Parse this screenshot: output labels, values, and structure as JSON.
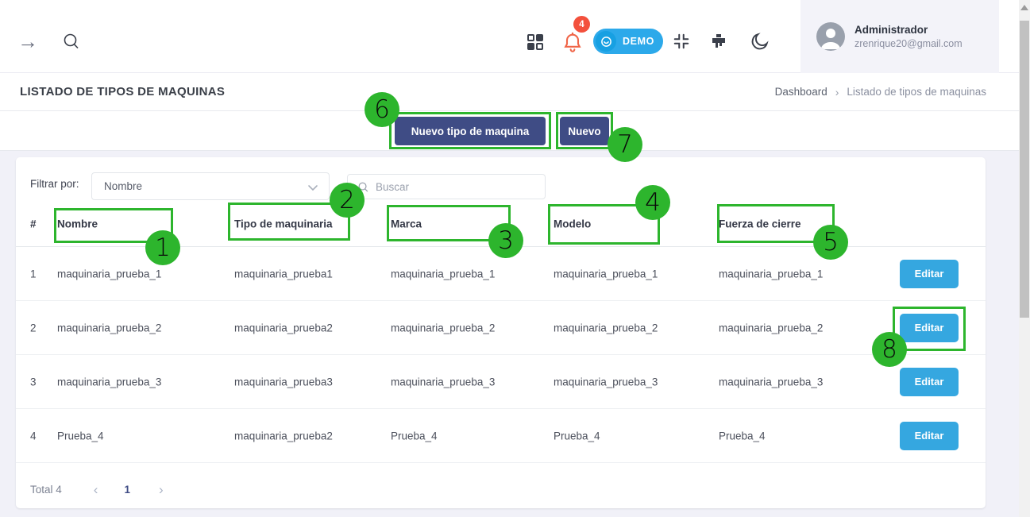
{
  "colors": {
    "annotation_green": "#2db52d",
    "navy_button": "#3f4c85",
    "edit_button_blue": "#35a7e0",
    "demo_pill_blue": "#2ca9ea",
    "bell_orange": "#f06548",
    "badge_red": "#f3503c",
    "page_background": "#f1f1f8"
  },
  "header": {
    "icons": [
      "arrow-right-icon",
      "search-icon",
      "apps-grid-icon",
      "bell-icon",
      "smiley-icon",
      "compress-icon",
      "paint-brush-icon",
      "moon-icon",
      "avatar-icon"
    ],
    "notification_badge": "4",
    "demo_label": "DEMO",
    "user_name": "Administrador",
    "user_email": "zrenrique20@gmail.com"
  },
  "page_header": {
    "title": "LISTADO DE TIPOS DE MAQUINAS",
    "breadcrumb_home": "Dashboard",
    "breadcrumb_sep": "›",
    "breadcrumb_current": "Listado de tipos de maquinas"
  },
  "toolbar": {
    "new_type_label": "Nuevo tipo de maquina",
    "new_label": "Nuevo"
  },
  "filter": {
    "label": "Filtrar por:",
    "selected": "Nombre",
    "search_placeholder": "Buscar"
  },
  "table": {
    "col_num": "#",
    "col_nombre": "Nombre",
    "col_tipo": "Tipo de maquinaria",
    "col_marca": "Marca",
    "col_modelo": "Modelo",
    "col_fuerza": "Fuerza de cierre",
    "rows": [
      {
        "num": "1",
        "nombre": "maquinaria_prueba_1",
        "tipo": "maquinaria_prueba1",
        "marca": "maquinaria_prueba_1",
        "modelo": "maquinaria_prueba_1",
        "fuerza": "maquinaria_prueba_1",
        "edit": "Editar"
      },
      {
        "num": "2",
        "nombre": "maquinaria_prueba_2",
        "tipo": "maquinaria_prueba2",
        "marca": "maquinaria_prueba_2",
        "modelo": "maquinaria_prueba_2",
        "fuerza": "maquinaria_prueba_2",
        "edit": "Editar"
      },
      {
        "num": "3",
        "nombre": "maquinaria_prueba_3",
        "tipo": "maquinaria_prueba3",
        "marca": "maquinaria_prueba_3",
        "modelo": "maquinaria_prueba_3",
        "fuerza": "maquinaria_prueba_3",
        "edit": "Editar"
      },
      {
        "num": "4",
        "nombre": "Prueba_4",
        "tipo": "maquinaria_prueba2",
        "marca": "Prueba_4",
        "modelo": "Prueba_4",
        "fuerza": "Prueba_4",
        "edit": "Editar"
      }
    ]
  },
  "pagination": {
    "total": "Total 4",
    "prev": "‹",
    "page": "1",
    "next": "›"
  },
  "annotations": [
    {
      "label": "1"
    },
    {
      "label": "2"
    },
    {
      "label": "3"
    },
    {
      "label": "4"
    },
    {
      "label": "5"
    },
    {
      "label": "6"
    },
    {
      "label": "7"
    },
    {
      "label": "8"
    }
  ]
}
